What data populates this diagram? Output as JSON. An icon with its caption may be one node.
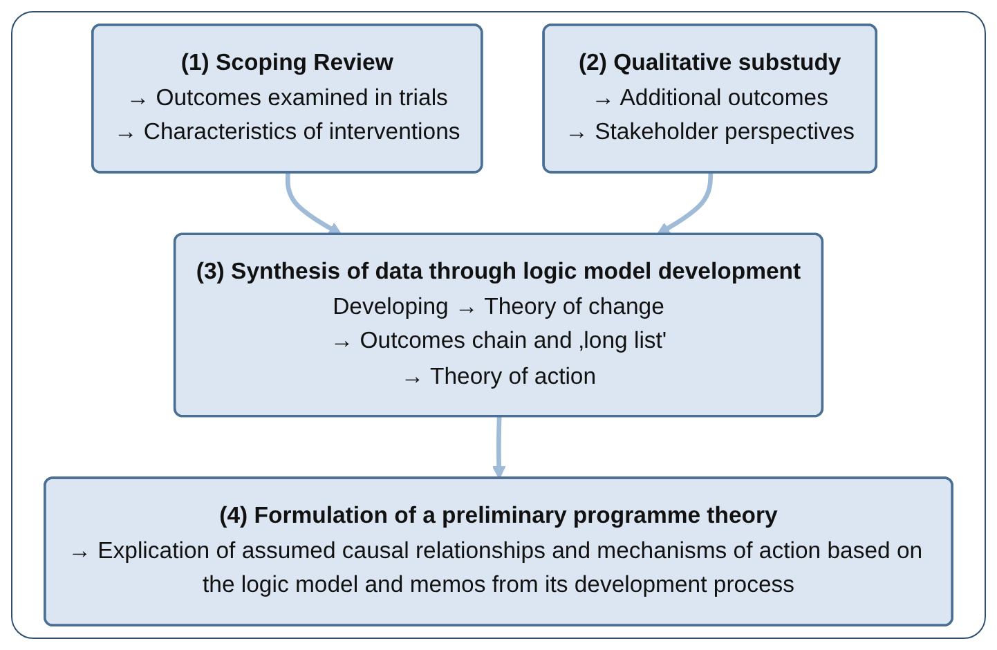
{
  "diagram": {
    "nodes": [
      {
        "text": [
          "(1) Scoping Review",
          "→ Outcomes examined in trials",
          "→ Characteristics of interventions"
        ]
      },
      {
        "text": [
          "(2) Qualitative substudy",
          "→ Additional outcomes",
          "→ Stakeholder perspectives"
        ]
      },
      {
        "text": [
          "(3) Synthesis of data through logic model development",
          "Developing → Theory of change",
          "→ Outcomes chain and ‚long list'",
          "→ Theory of action"
        ]
      },
      {
        "text": [
          "(4) Formulation of a preliminary programme theory",
          "→ Explication of assumed causal relationships and mechanisms of action based on the logic model and memos from its development process"
        ]
      }
    ],
    "edges": [
      {
        "from": 0,
        "to": 2,
        "arrow": "to"
      },
      {
        "from": 1,
        "to": 2,
        "arrow": "to"
      },
      {
        "from": 2,
        "to": 3,
        "arrow": "to"
      }
    ]
  }
}
